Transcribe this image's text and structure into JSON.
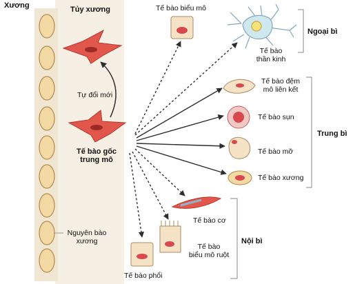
{
  "labels": {
    "bone": "Xương",
    "marrow": "Tủy xương",
    "self_renewal": "Tự đổi mới",
    "msc_line1": "Tế bào gốc",
    "msc_line2": "trung mô",
    "osteoprogenitor_line1": "Nguyên bào",
    "osteoprogenitor_line2": "xương",
    "epithelial_top": "Tế bào biểu mô",
    "neuron_line1": "Tế bào",
    "neuron_line2": "thần kinh",
    "ectoderm": "Ngoại bì",
    "fibroblast_line1": "Tế bào đệm",
    "fibroblast_line2": "mô liên kết",
    "chondrocyte": "Tế bào sụn",
    "adipocyte": "Tế bào mỡ",
    "osteocyte": "Tế bào xương",
    "mesoderm": "Trung bì",
    "muscle": "Tế bào cơ",
    "gut_line1": "Tế bào",
    "gut_line2": "biểu mô ruột",
    "lung": "Tế bào phổi",
    "endoderm": "Nội bì"
  },
  "colors": {
    "marrow_bg": "#f5efe4",
    "bone_cell_fill": "#f3d9a3",
    "bone_cell_stroke": "#b08a4a",
    "nucleus_red": "#d9484c",
    "stem_cell": "#e2574c",
    "neuron": "#cfe7ef",
    "neuron_nucleus": "#f6e27a",
    "cell_fill": "#f6e3c6",
    "cell_stroke": "#a88a62",
    "arrow": "#2d2d2d"
  }
}
